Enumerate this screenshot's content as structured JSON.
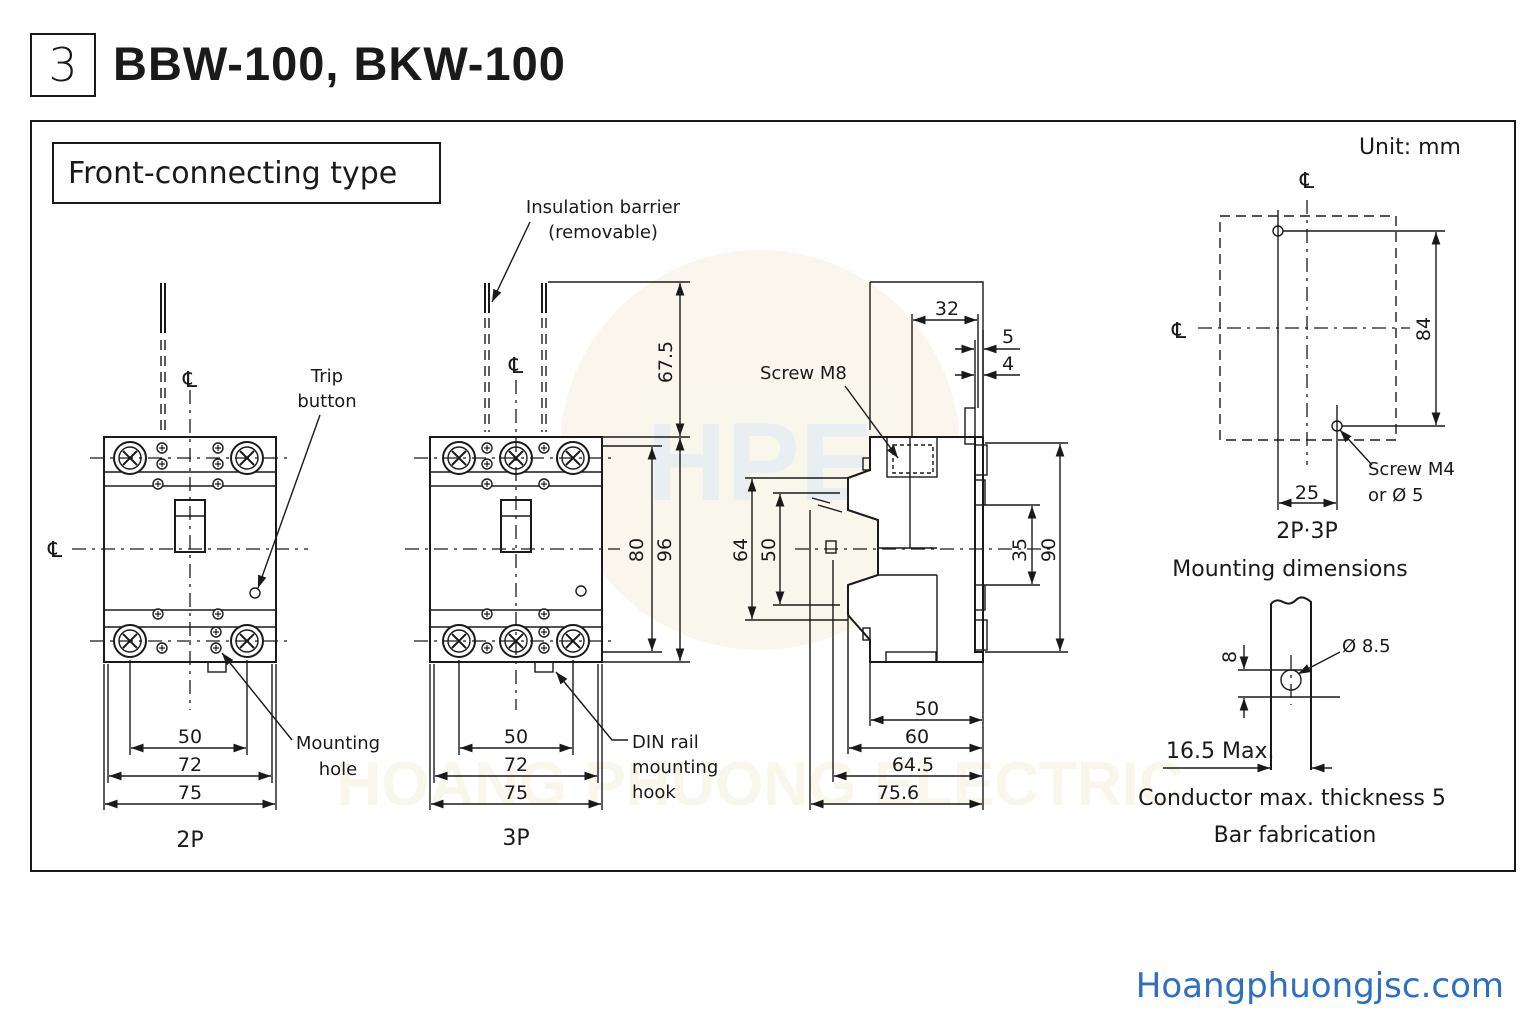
{
  "header": {
    "section_number": "3",
    "title": "BBW-100, BKW-100"
  },
  "type_label": "Front-connecting type",
  "unit": "Unit: mm",
  "centerline_symbol": "℄",
  "views": {
    "two_pole": {
      "caption": "2P",
      "trip_button_label": [
        "Trip",
        "button"
      ],
      "mounting_hole_label": [
        "Mounting",
        "hole"
      ],
      "dims": {
        "d50": "50",
        "d72": "72",
        "d75": "75"
      }
    },
    "three_pole": {
      "caption": "3P",
      "insulation_label": [
        "Insulation barrier",
        "(removable)"
      ],
      "din_label": [
        "DIN rail",
        "mounting",
        "hook"
      ],
      "dims": {
        "d50": "50",
        "d72": "72",
        "d75": "75",
        "d67_5": "67.5",
        "d80": "80",
        "d96": "96"
      }
    },
    "side": {
      "screw_label": "Screw M8",
      "dims": {
        "d32": "32",
        "d5": "5",
        "d4": "4",
        "d64": "64",
        "d50v": "50",
        "d35": "35",
        "d90": "90",
        "d50": "50",
        "d60": "60",
        "d64_5": "64.5",
        "d75_6": "75.6"
      }
    },
    "mounting": {
      "d84": "84",
      "d25": "25",
      "screw_label": [
        "Screw M4",
        "or Ø 5"
      ],
      "caption_poles": "2P·3P",
      "caption": "Mounting dimensions"
    },
    "bar": {
      "hole_label": "Ø 8.5",
      "d8": "8",
      "max_label": "16.5 Max.",
      "caption_1": "Conductor max. thickness 5",
      "caption_2": "Bar fabrication"
    }
  },
  "watermark": {
    "logo_text": "HPE",
    "company_text": "HOANG PHUONG ELECTRIC"
  },
  "footer": "Hoangphuongjsc.com"
}
